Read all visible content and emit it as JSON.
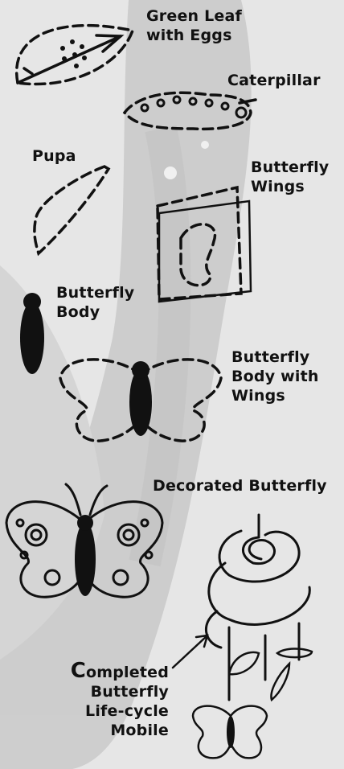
{
  "stages": {
    "leaf": {
      "lines": [
        "Green Leaf",
        "with Eggs"
      ]
    },
    "caterpillar": {
      "lines": [
        "Caterpillar"
      ]
    },
    "pupa": {
      "lines": [
        "Pupa"
      ]
    },
    "wings": {
      "lines": [
        "Butterfly",
        "Wings"
      ]
    },
    "body": {
      "lines": [
        "Butterfly",
        "Body"
      ]
    },
    "body_wings": {
      "lines": [
        "Butterfly",
        "Body with",
        "Wings"
      ]
    },
    "decorated": {
      "lines": [
        "Decorated Butterfly"
      ]
    },
    "mobile": {
      "first_letter": "C",
      "lines": [
        "ompleted",
        "Butterfly",
        "Life-cycle",
        "Mobile"
      ]
    }
  }
}
